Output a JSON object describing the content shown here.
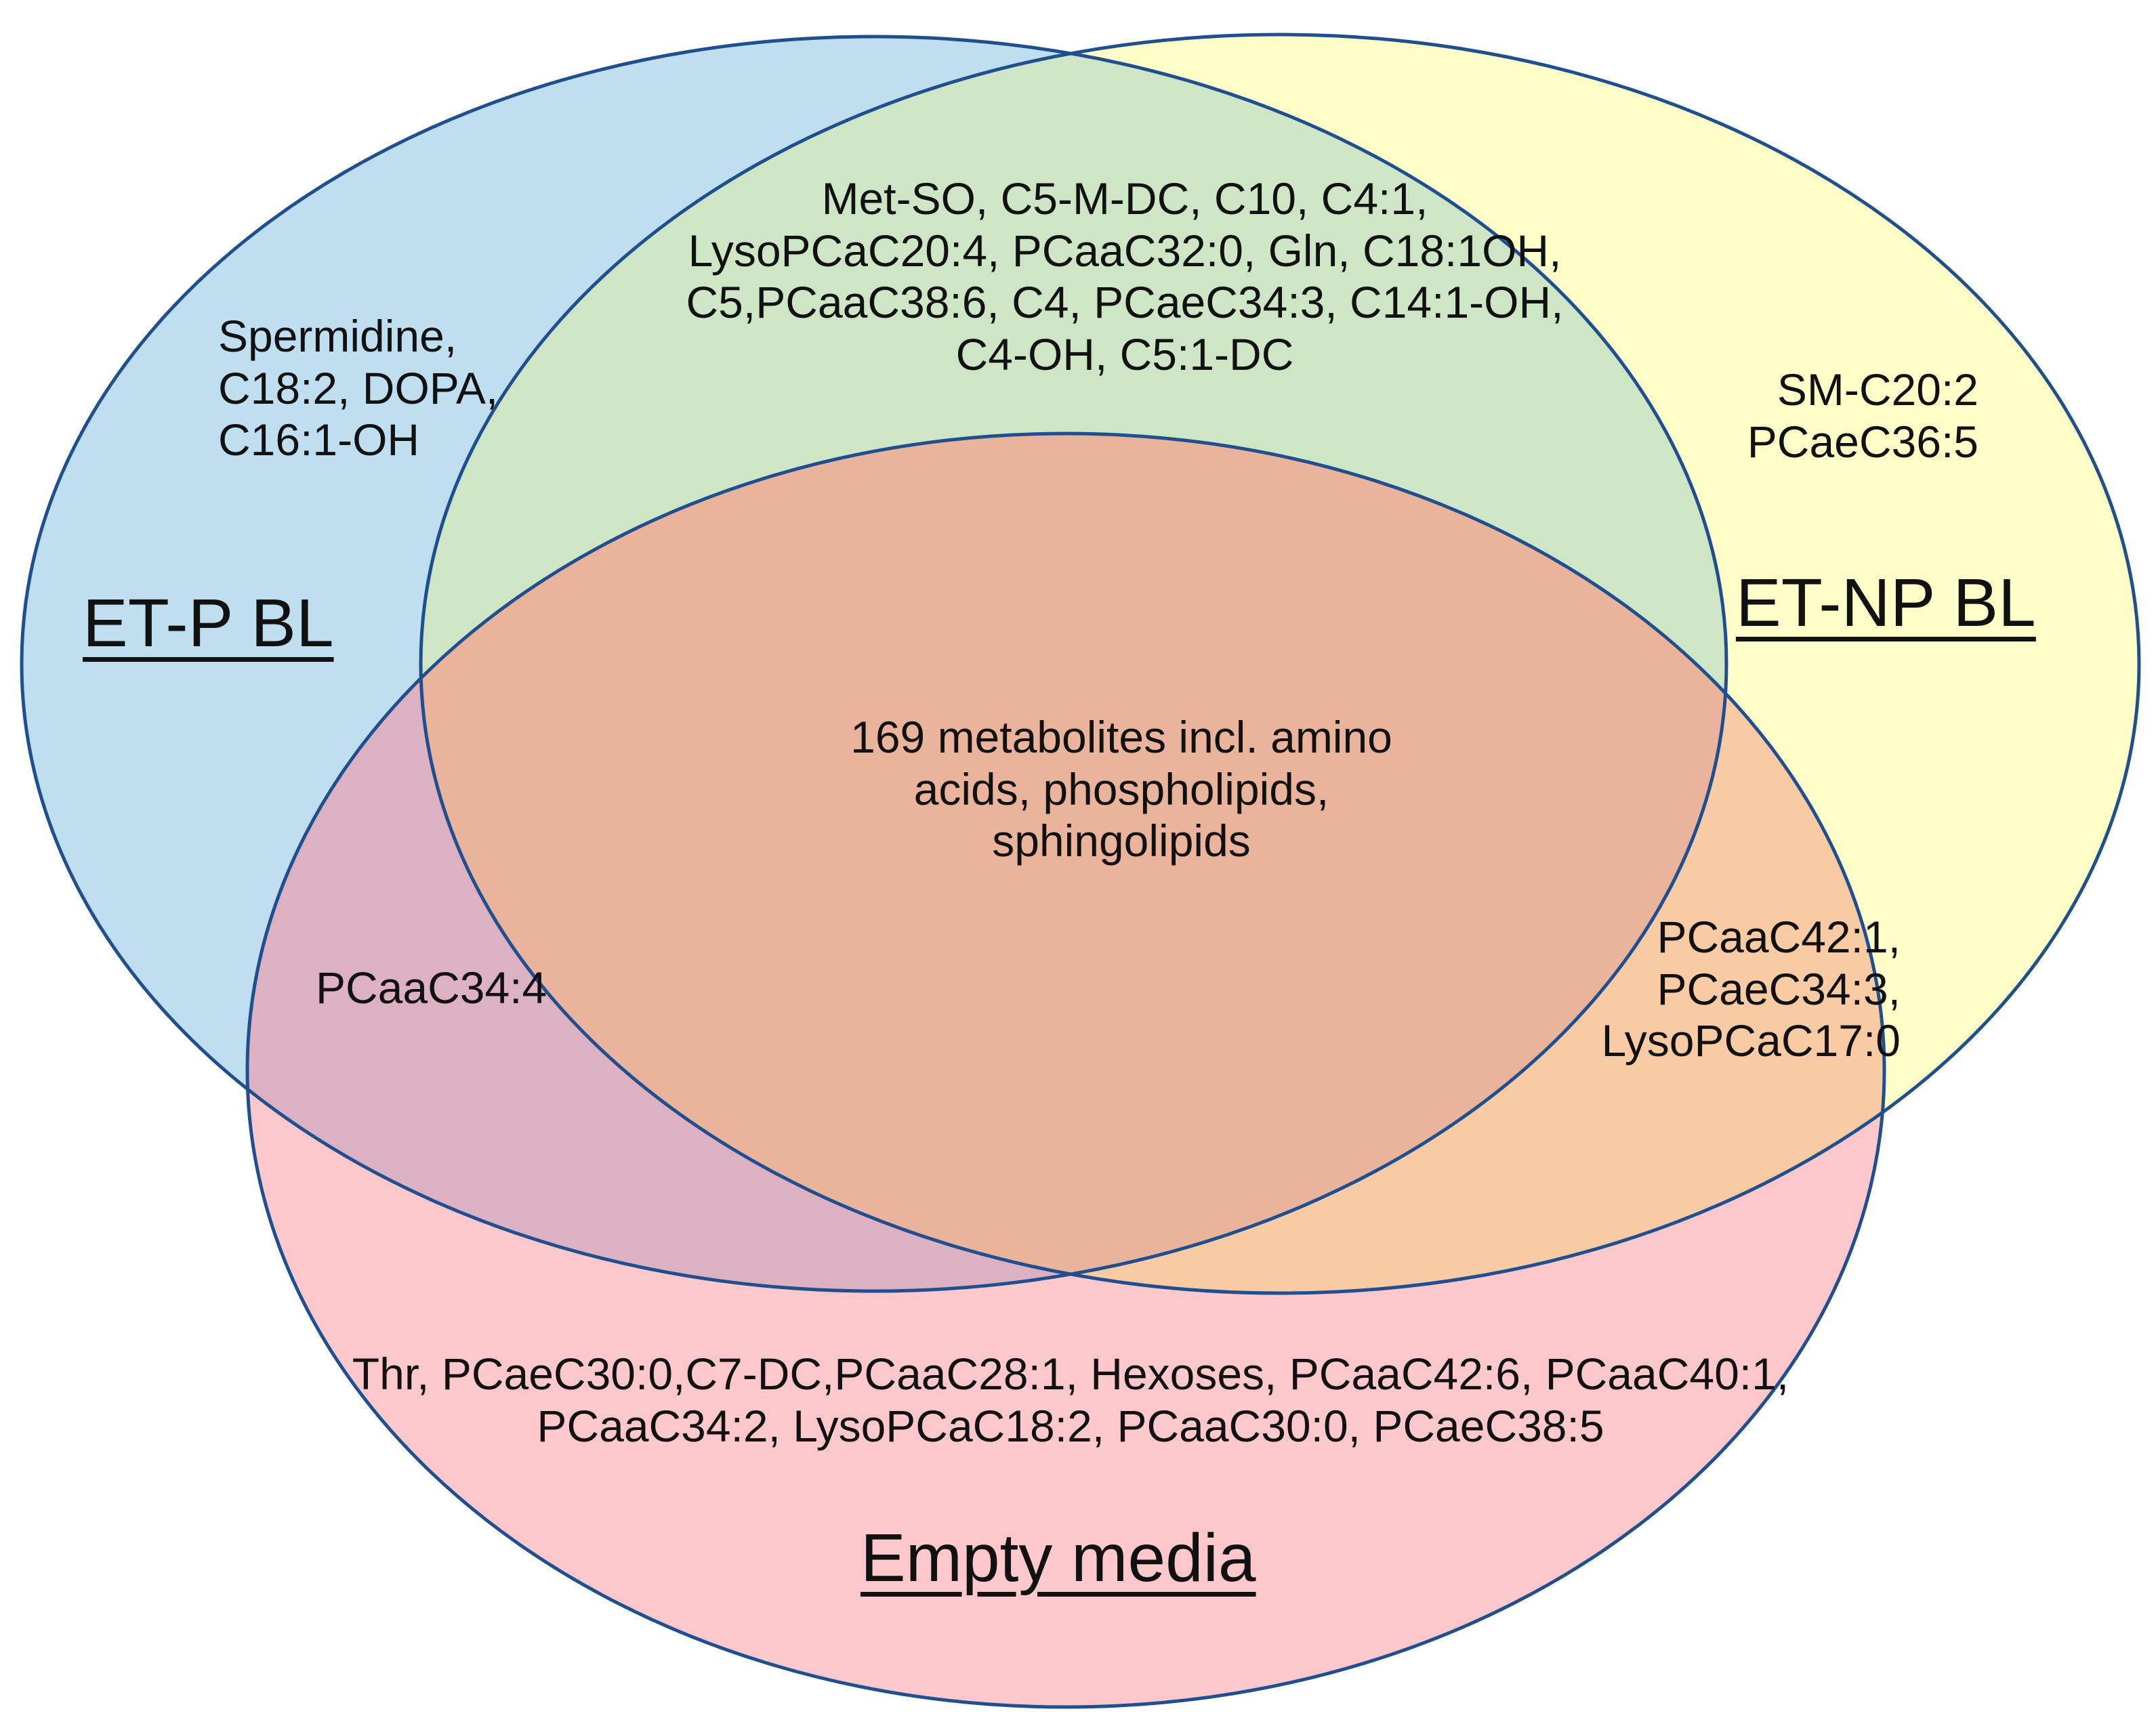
{
  "sets": {
    "et_p_bl": {
      "label": "ET-P BL",
      "fill": "#bfdff0"
    },
    "et_np_bl": {
      "label": "ET-NP BL",
      "fill": "#fefec8"
    },
    "empty_media": {
      "label": "Empty media",
      "fill": "#fcc8cb"
    }
  },
  "outline_color": "#1f4f8f",
  "overlap_colors": {
    "et_p_and_et_np": "#cfe6c6",
    "et_p_and_empty": "#dcb2c2",
    "et_np_and_empty": "#f9cba4",
    "all_three": "#e9b49b"
  },
  "regions": {
    "et_p_only": [
      "Spermidine,",
      "C18:2, DOPA,",
      "C16:1-OH"
    ],
    "et_np_only": [
      "SM-C20:2",
      "PCaeC36:5"
    ],
    "empty_only": [
      "Thr, PCaeC30:0,C7-DC,PCaaC28:1, Hexoses, PCaaC42:6, PCaaC40:1,",
      "PCaaC34:2, LysoPCaC18:2, PCaaC30:0, PCaeC38:5"
    ],
    "et_p_and_et_np": [
      "Met-SO, C5-M-DC, C10, C4:1,",
      "LysoPCaC20:4, PCaaC32:0, Gln, C18:1OH,",
      "C5,PCaaC38:6, C4, PCaeC34:3, C14:1-OH,",
      "C4-OH, C5:1-DC"
    ],
    "et_p_and_empty": [
      "PCaaC34:4"
    ],
    "et_np_and_empty": [
      "PCaaC42:1,",
      "PCaeC34:3,",
      "LysoPCaC17:0"
    ],
    "all_three": [
      "169 metabolites incl. amino",
      "acids, phospholipids,",
      "sphingolipids"
    ]
  }
}
